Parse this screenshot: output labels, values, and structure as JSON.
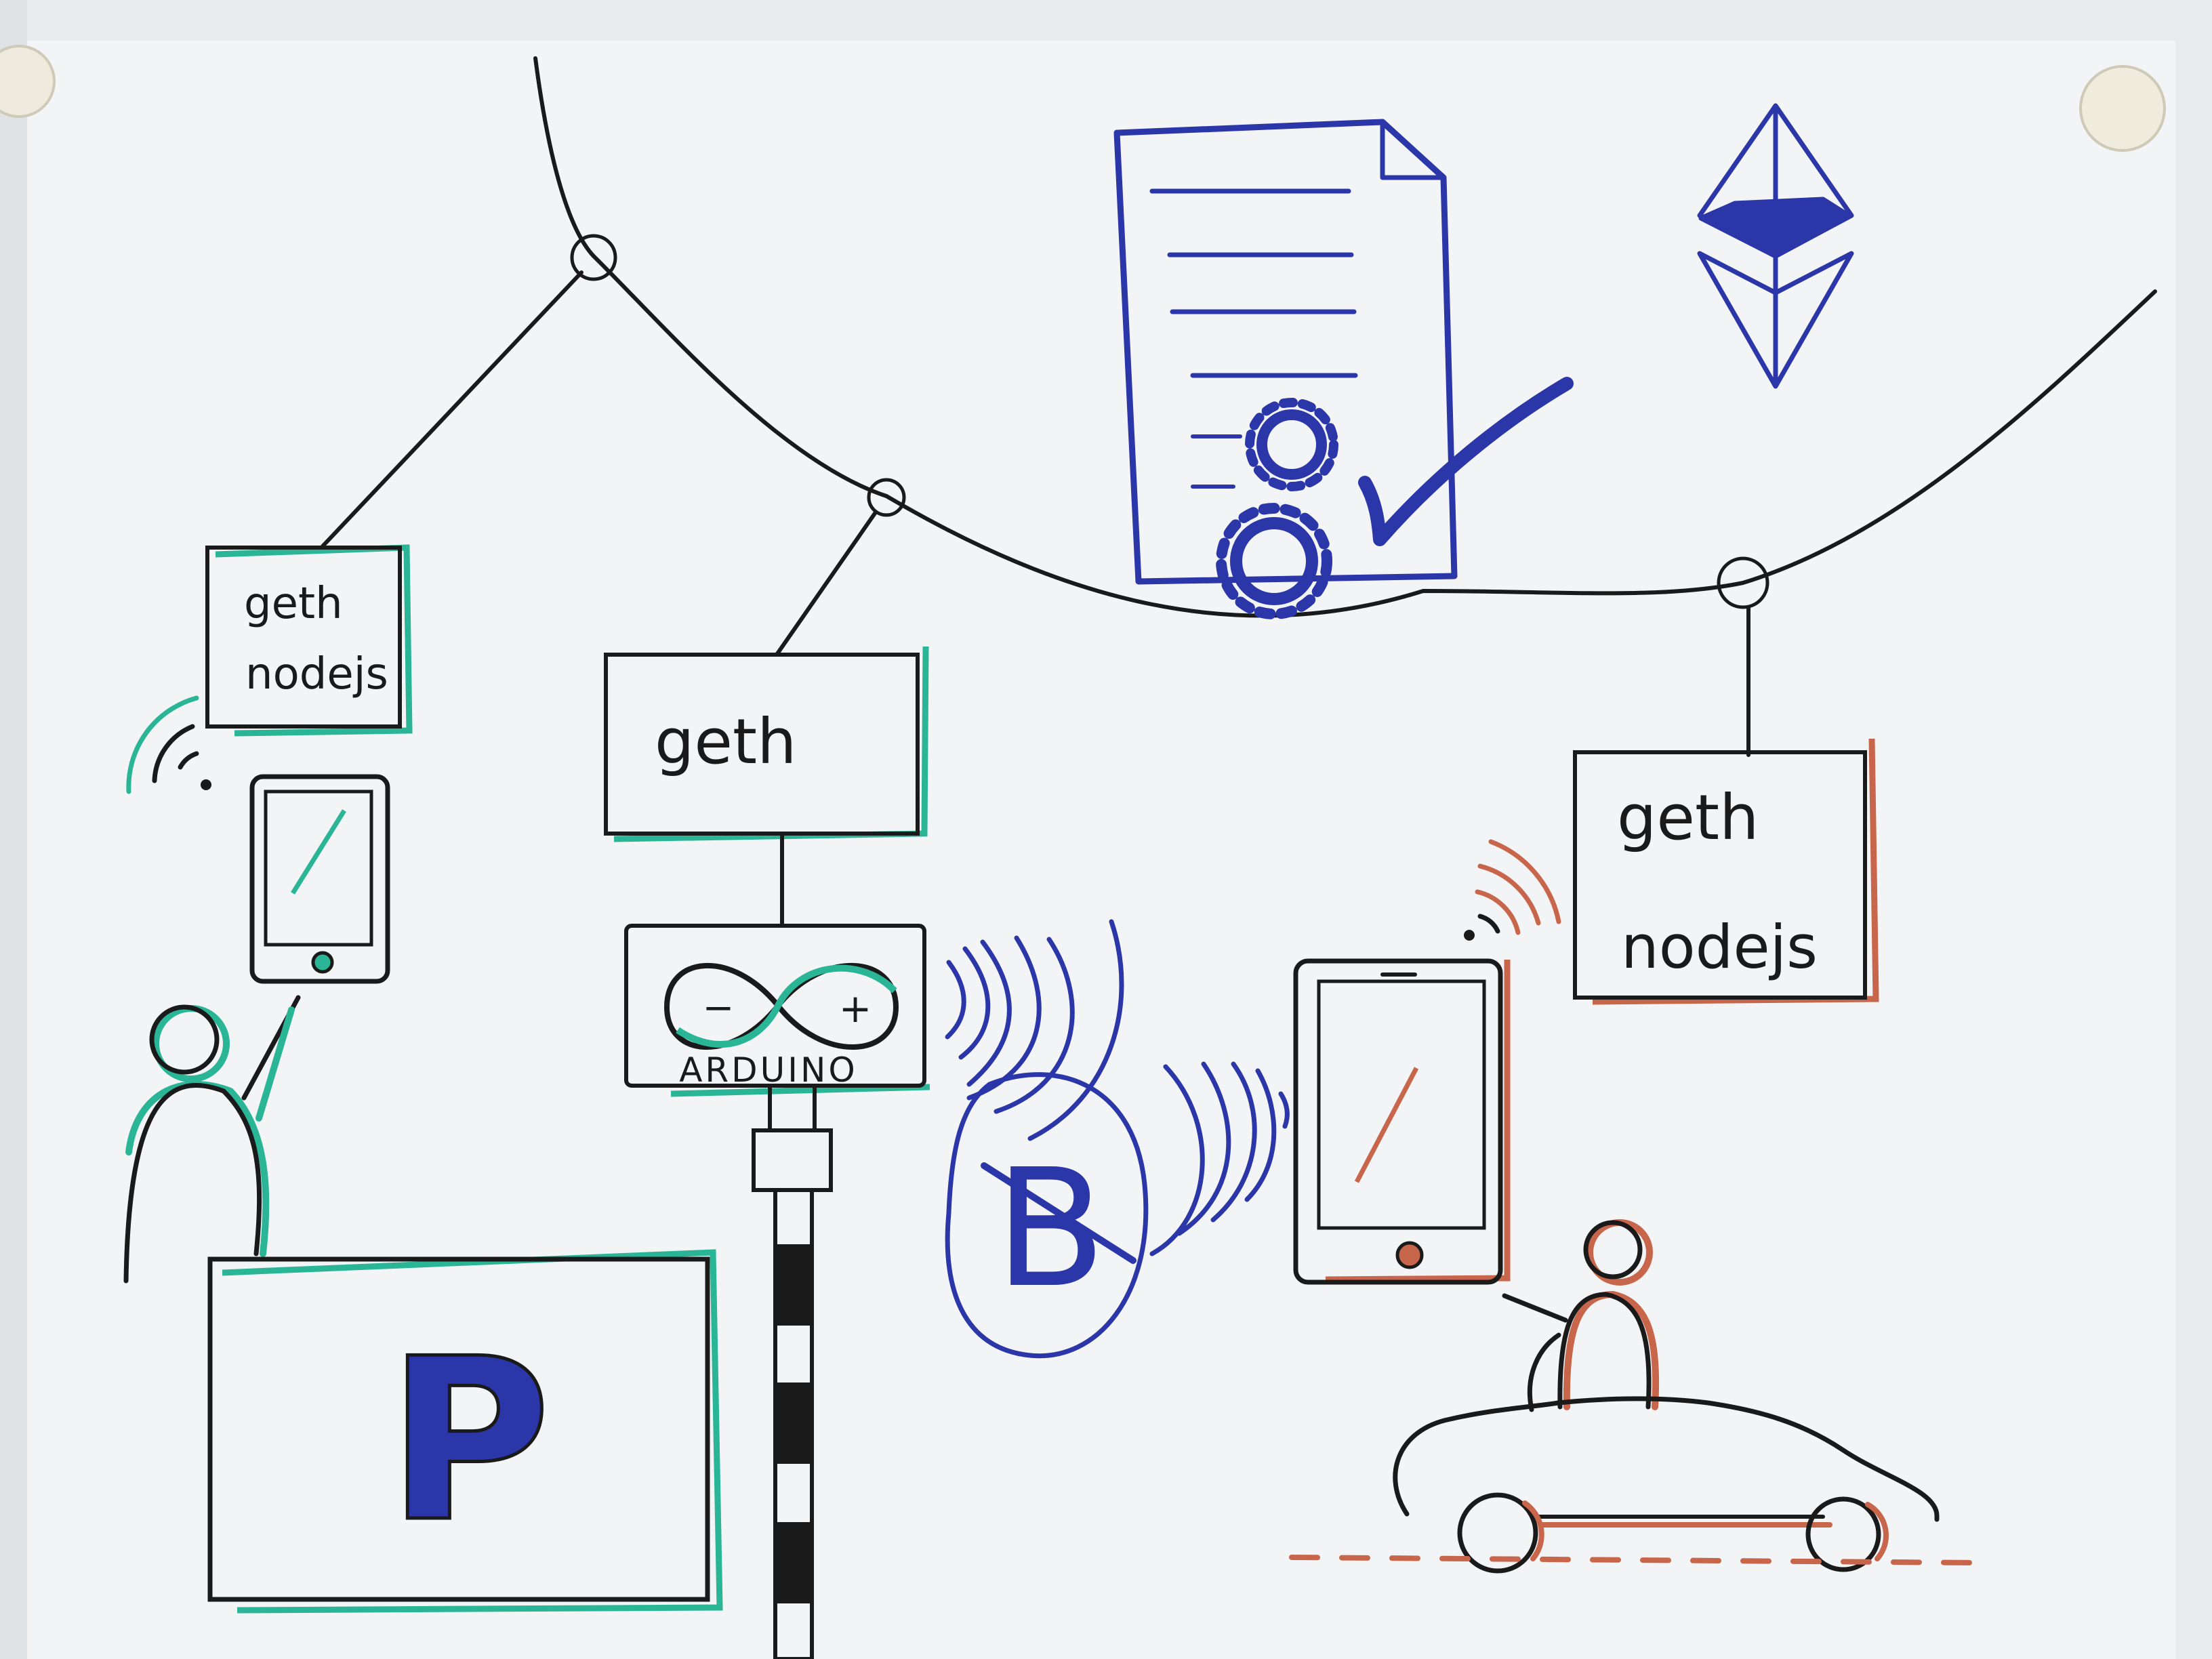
{
  "nodes": {
    "left": {
      "line1": "geth",
      "line2": "nodejs"
    },
    "middle": {
      "line1": "geth"
    },
    "right": {
      "line1": "geth",
      "line2": "nodejs"
    }
  },
  "arduino": {
    "minus": "−",
    "plus": "+",
    "label": "ARDUINO"
  },
  "parking_sign": {
    "letter": "P"
  },
  "bluetooth": {
    "symbol": "B"
  },
  "colors": {
    "ink": "#1a1a1a",
    "blue": "#2b36a8",
    "teal": "#2bb597",
    "orange": "#c8664c",
    "paper": "#f3f4f5"
  }
}
